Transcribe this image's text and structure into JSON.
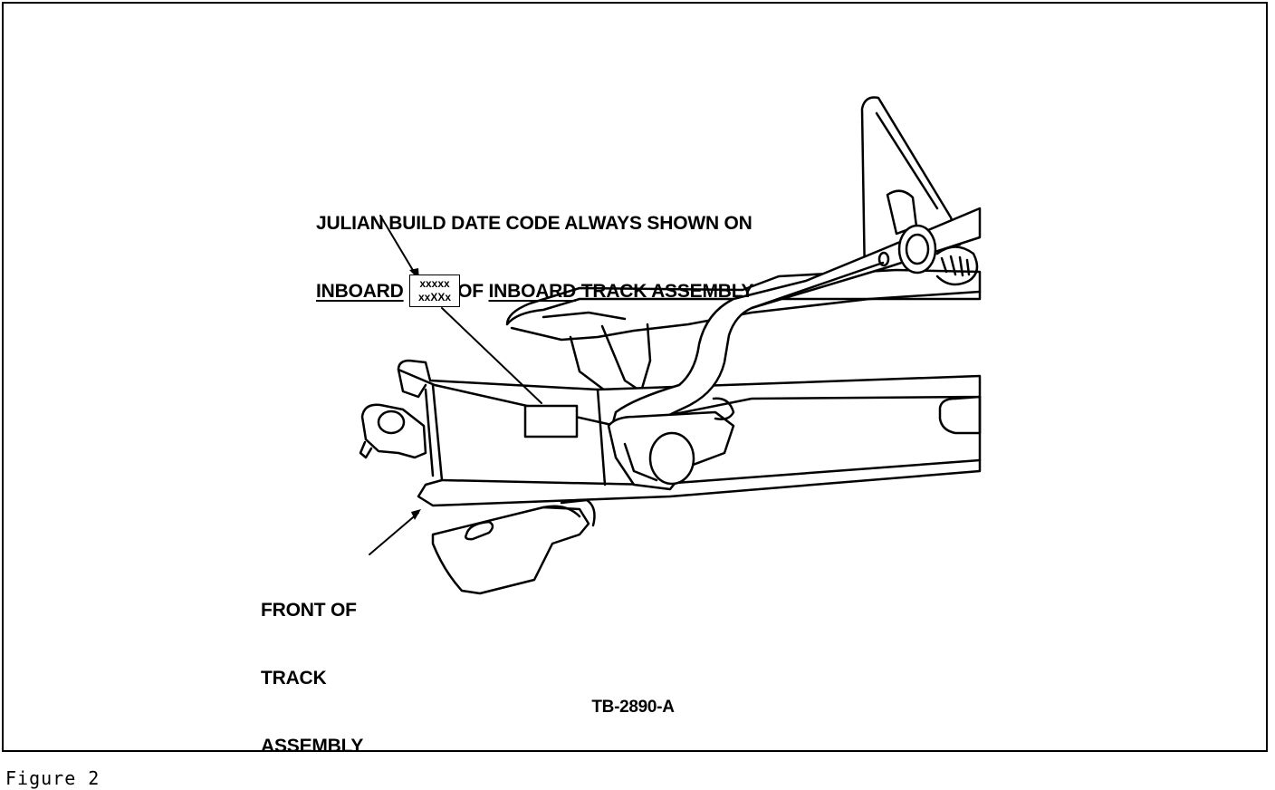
{
  "callouts": {
    "build_date": {
      "line1": "JULIAN BUILD DATE CODE ALWAYS SHOWN ON",
      "line2_part1": "INBOARD",
      "line2_part2": " SIDE OF ",
      "line2_part3": "INBOARD",
      "line2_part4": " TRACK ASSEMBLY"
    },
    "front": {
      "line1": "FRONT OF",
      "line2": "TRACK",
      "line3": "ASSEMBLY"
    }
  },
  "code_label": {
    "line1": "xxxxx",
    "line2": "xxXXx"
  },
  "figure_id": "TB-2890-A",
  "caption": "Figure 2"
}
